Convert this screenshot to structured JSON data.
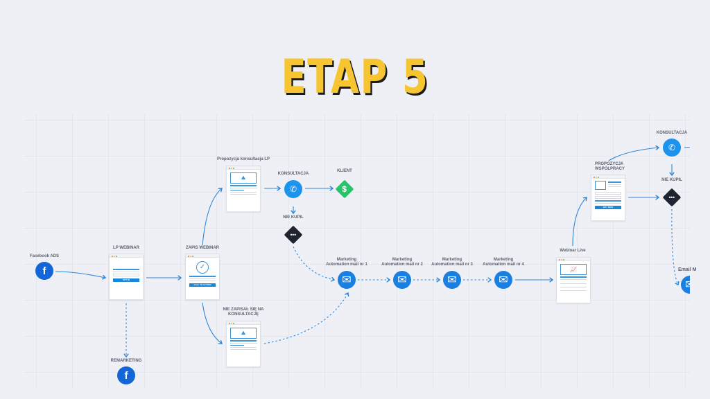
{
  "title": "ETAP 5",
  "nodes": {
    "facebook_ads": "Facebook ADS",
    "lp_webinar": "LP WEBINAR",
    "lp_webinar_button": "OPT IN",
    "zapis_webinar": "ZAPIS WEBINAR",
    "zapis_button": "CALL TO ACTION",
    "propozycja_lp": "Propozycja konsultacja LP",
    "konsultacja": "KONSULTACJA",
    "klient": "KLIENT",
    "nie_kupil": "NIE KUPIL",
    "nie_zapisal": "NIE ZAPISAŁ SIĘ NA KONSULTACJĘ",
    "remarketing": "REMARKETING",
    "mail1": "Marketing Automation mail nr 1",
    "mail2": "Marketing Automation mail nr 2",
    "mail3": "Marketing Automation mail nr 3",
    "mail4": "Marketing Automation mail nr 4",
    "webinar_live": "Webinar Live",
    "propozycja_wspolpracy": "PROPOZYCJA WSPÓŁPRACY",
    "buy_button": "BUY NOW",
    "konsultacja2": "KONSULTACJA",
    "nie_kupil2": "NIE KUPIL",
    "email_m": "Email M"
  },
  "colors": {
    "title": "#f7c531",
    "accent": "#1a7fe0",
    "client": "#27c46b",
    "dark": "#1f2430"
  }
}
